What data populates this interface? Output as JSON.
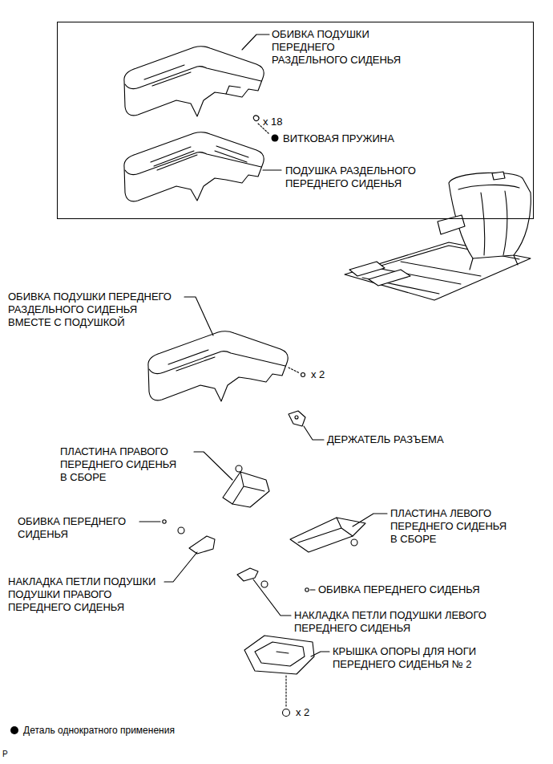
{
  "diagram": {
    "nodes": [
      {
        "text": [
          "ОБИВКА ПОДУШКИ ПЕРЕДНЕГО РАЗДЕЛЬНОГО СИДЕНЬЯ",
          "x 18",
          "ВИТКОВАЯ ПРУЖИНА",
          "ПОДУШКА РАЗДЕЛЬНОГО ПЕРЕДНЕГО СИДЕНЬЯ"
        ]
      }
    ],
    "labels": [
      "ОБИВКА ПОДУШКИ ПЕРЕДНЕГО РАЗДЕЛЬНОГО СИДЕНЬЯ ВМЕСТЕ С ПОДУШКОЙ",
      "x 2",
      "ДЕРЖАТЕЛЬ РАЗЪЕМА",
      "ПЛАСТИНА ПРАВОГО ПЕРЕДНЕГО СИДЕНЬЯ В СБОРЕ",
      "ОБИВКА ПЕРЕДНЕГО СИДЕНЬЯ",
      "ПЛАСТИНА ЛЕВОГО ПЕРЕДНЕГО СИДЕНЬЯ В СБОРЕ",
      "НАКЛАДКА ПЕТЛИ ПОДУШКИ ПОДУШКИ ПРАВОГО ПЕРЕДНЕГО СИДЕНЬЯ",
      "ОБИВКА ПЕРЕДНЕГО СИДЕНЬЯ",
      "НАКЛАДКА ПЕТЛИ ПОДУШКИ ЛЕВОГО ПЕРЕДНЕГО СИДЕНЬЯ",
      "КРЫШКА ОПОРЫ ДЛЯ НОГИ ПЕРЕДНЕГО СИДЕНЬЯ № 2",
      "x 2",
      "P"
    ],
    "legend": [
      {
        "text": "Деталь однократного применения"
      }
    ]
  }
}
